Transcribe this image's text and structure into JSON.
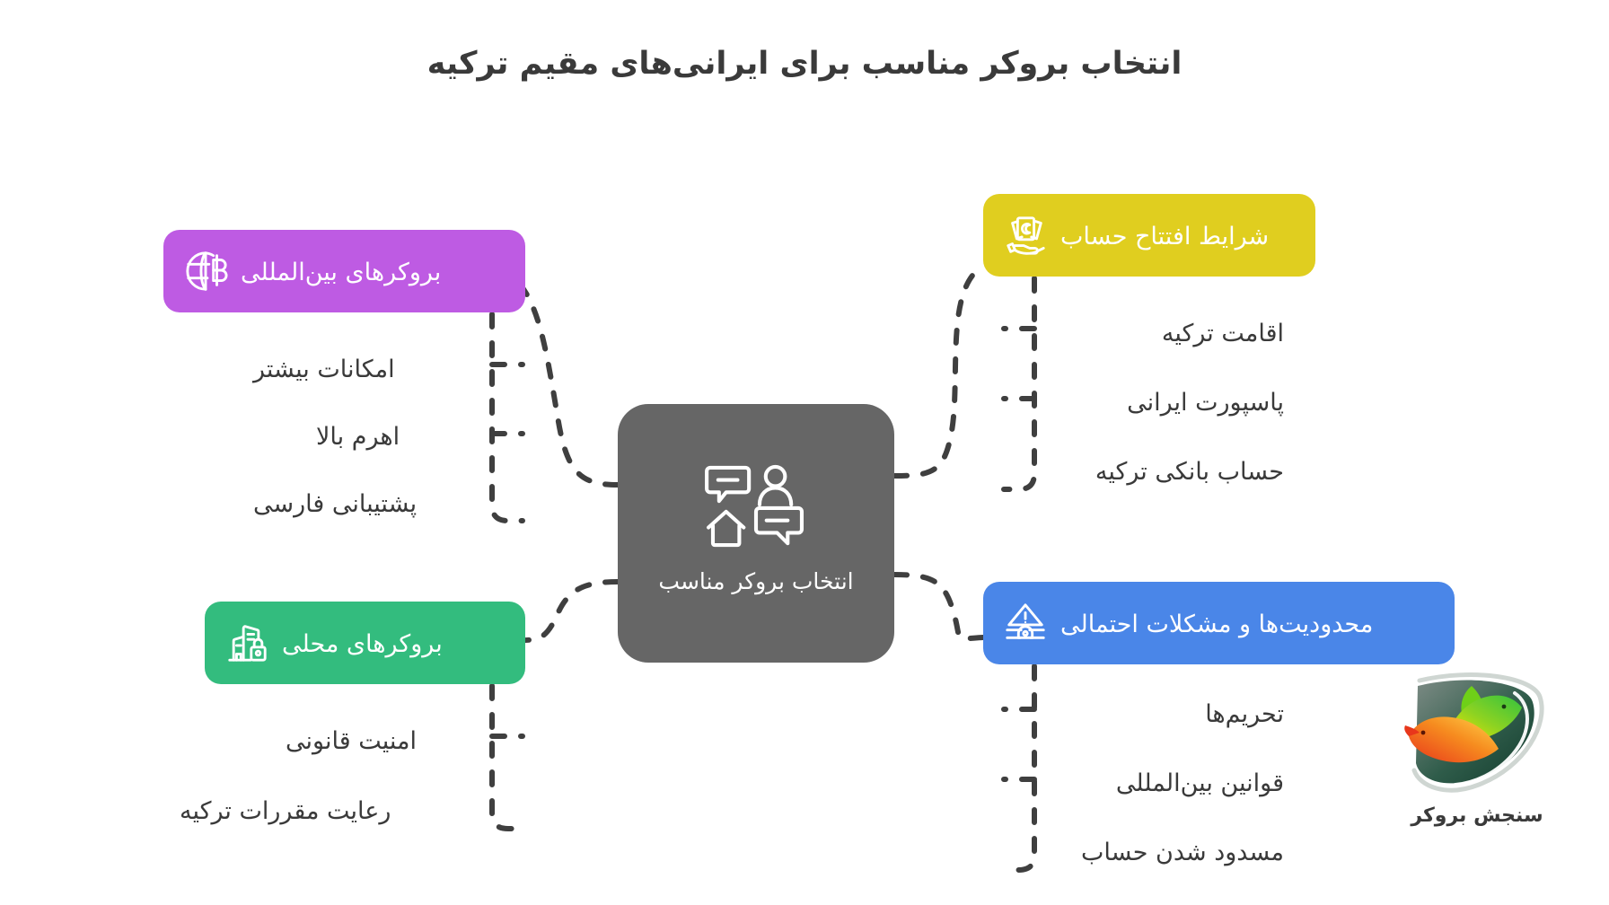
{
  "title": "انتخاب بروکر مناسب برای ایرانی‌های مقیم ترکیه",
  "colors": {
    "background": "#ffffff",
    "text": "#3a3a3a",
    "center": "#666666",
    "account": "#E0CE1F",
    "international": "#BE5BE3",
    "local": "#33BC7E",
    "limits": "#4A86E8",
    "connector": "#3f3f3f"
  },
  "center": {
    "label": "انتخاب بروکر مناسب",
    "icon": "people-chat-home-icon"
  },
  "branches": [
    {
      "id": "account",
      "label": "شرایط افتتاح حساب",
      "icon": "hand-holding-money-icon",
      "color": "#E0CE1F",
      "side": "right",
      "items": [
        {
          "label": "اقامت ترکیه"
        },
        {
          "label": "پاسپورت ایرانی"
        },
        {
          "label": "حساب بانکی ترکیه"
        }
      ]
    },
    {
      "id": "international",
      "label": "بروکرهای بین‌المللی",
      "icon": "globe-dollar-icon",
      "color": "#BE5BE3",
      "side": "left",
      "items": [
        {
          "label": "امکانات بیشتر"
        },
        {
          "label": "اهرم بالا"
        },
        {
          "label": "پشتیبانی فارسی"
        }
      ]
    },
    {
      "id": "local",
      "label": "بروکرهای محلی",
      "icon": "building-lock-icon",
      "color": "#33BC7E",
      "side": "left",
      "items": [
        {
          "label": "امنیت قانونی"
        },
        {
          "label": "رعایت مقررات ترکیه"
        }
      ]
    },
    {
      "id": "limits",
      "label": "محدودیت‌ها و مشکلات احتمالی",
      "icon": "warning-restriction-icon",
      "color": "#4A86E8",
      "side": "right",
      "items": [
        {
          "label": "تحریم‌ها"
        },
        {
          "label": "قوانین بین‌المللی"
        },
        {
          "label": "مسدود شدن حساب"
        }
      ]
    }
  ],
  "logo": {
    "text": "سنجش بروکر",
    "mark": "bull-bear-shield-logo"
  }
}
